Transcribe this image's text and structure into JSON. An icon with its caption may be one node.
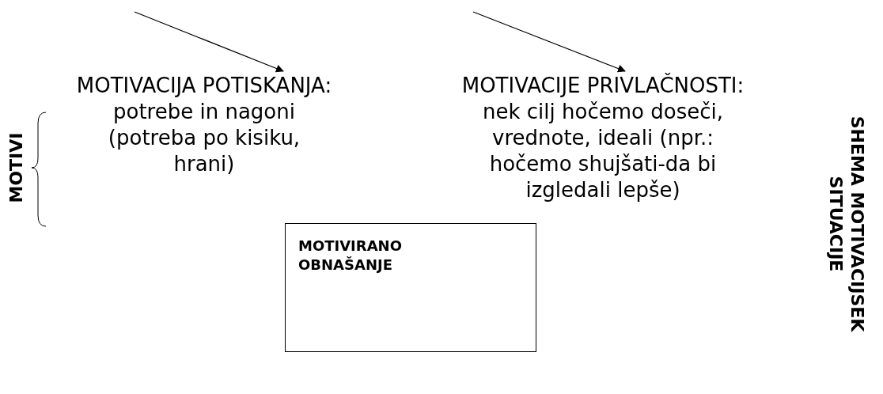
{
  "diagram": {
    "title": "SHEMA MOTIVACIJSEK SITUACIJE",
    "nodes": [
      {
        "text": [
          "MOTIVACIJA POTISKANJA:",
          "potrebe in nagoni (potreba po kisiku, hrani)"
        ]
      },
      {
        "text": [
          "MOTIVACIJE PRIVLAČNOSTI:",
          "nek cilj hočemo doseči, vrednote, ideali (npr.: hočemo shujšati-da bi izgledali lepše)"
        ]
      },
      {
        "text": [
          "MOTIVIRANO OBNAŠANJE"
        ]
      }
    ],
    "edges": [
      {
        "from": null,
        "to": 0,
        "arrow": "to"
      },
      {
        "from": null,
        "to": 1,
        "arrow": "to"
      }
    ],
    "labels": [
      "MOTIVI"
    ]
  }
}
